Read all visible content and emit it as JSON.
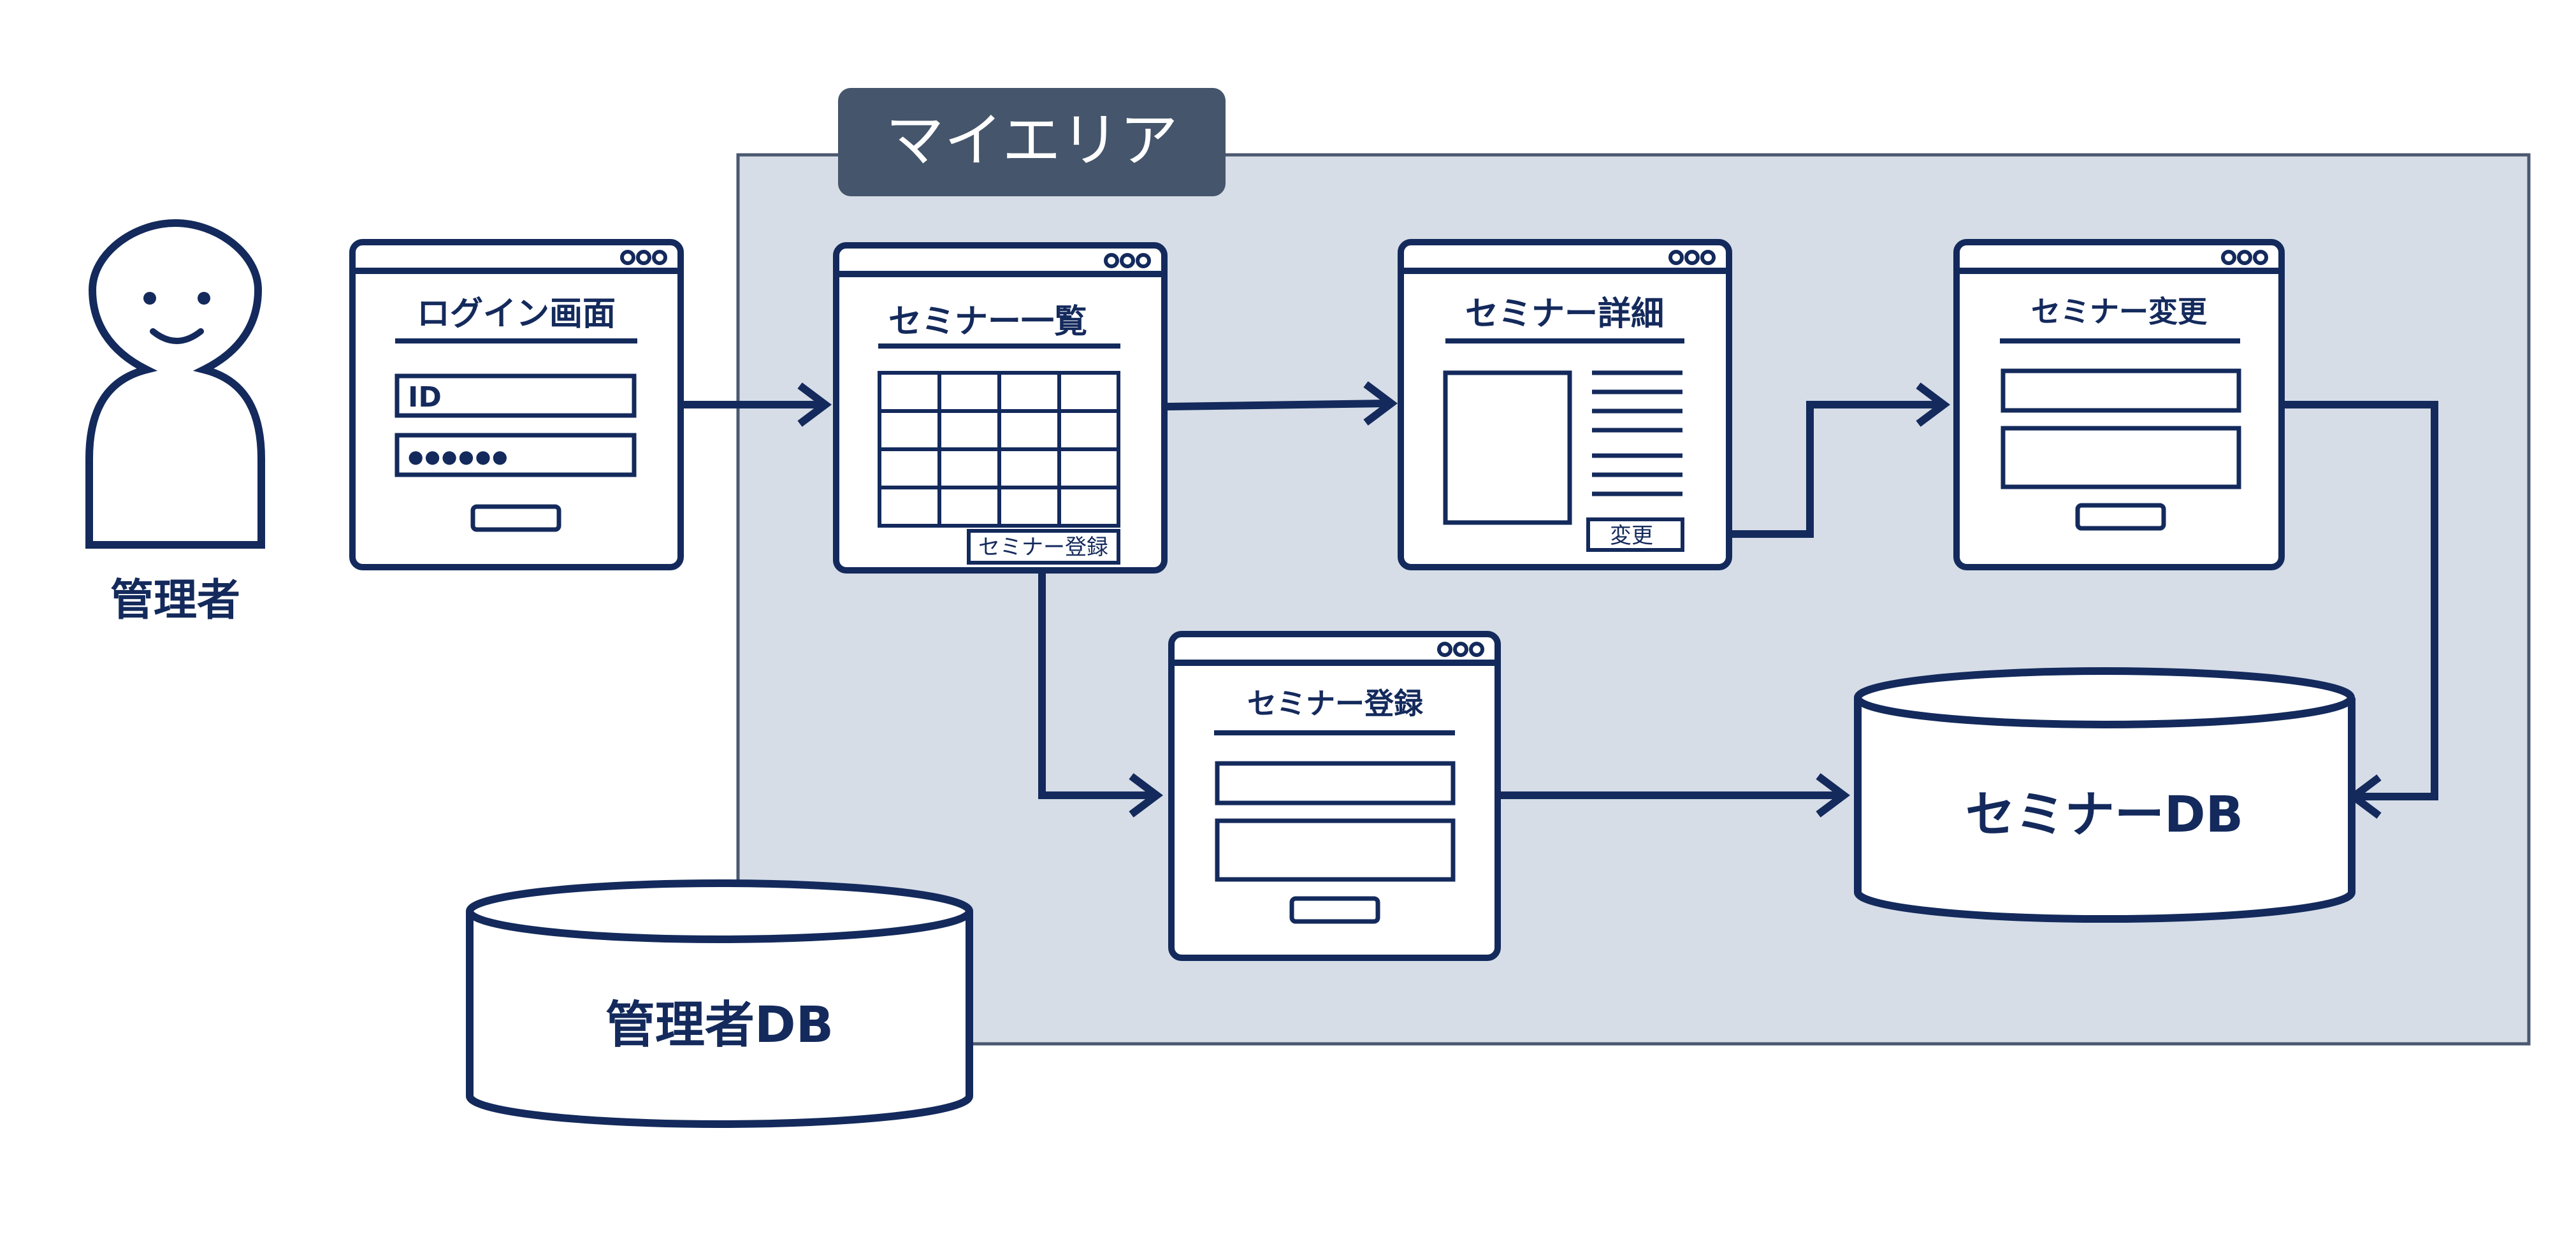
{
  "colors": {
    "navy": "#142a5c",
    "area_fill": "#d6dde7",
    "area_border": "#4a5870",
    "tag_fill": "#45556b",
    "white": "#ffffff"
  },
  "actor": {
    "label": "管理者",
    "icon": "person-icon"
  },
  "area": {
    "label": "マイエリア"
  },
  "screens": {
    "login": {
      "title": "ログイン画面",
      "id_text": "ID",
      "password_text": "●●●●●●"
    },
    "list": {
      "title": "セミナー一覧",
      "register_button": "セミナー登録"
    },
    "detail": {
      "title": "セミナー詳細",
      "change_button": "変更"
    },
    "change": {
      "title": "セミナー変更"
    },
    "register": {
      "title": "セミナー登録"
    }
  },
  "databases": {
    "admin_db": {
      "label": "管理者DB"
    },
    "seminar_db": {
      "label": "セミナーDB"
    }
  }
}
